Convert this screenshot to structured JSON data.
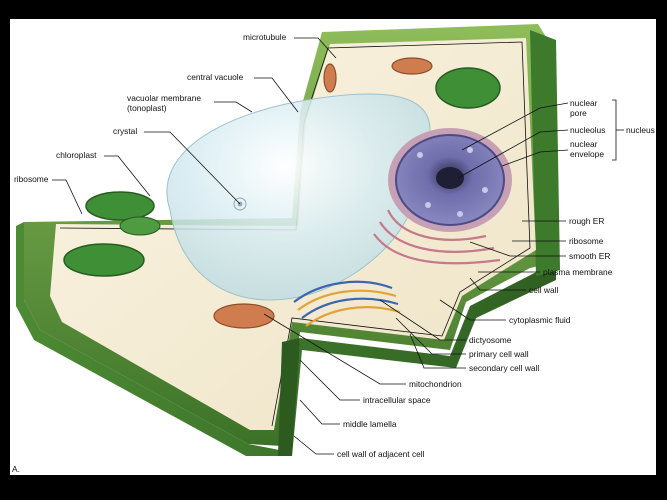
{
  "figure_letter": "A.",
  "labels": {
    "microtubule": "microtubule",
    "central_vacuole": "central vacuole",
    "vacuolar_membrane_1": "vacuolar membrane",
    "vacuolar_membrane_2": "(tonoplast)",
    "crystal": "crystal",
    "chloroplast": "chloroplast",
    "ribosome_left": "ribosome",
    "nuclear_pore_1": "nuclear",
    "nuclear_pore_2": "pore",
    "nucleolus": "nucleolus",
    "nuclear_envelope_1": "nuclear",
    "nuclear_envelope_2": "envelope",
    "nucleus": "nucleus",
    "rough_er": "rough ER",
    "ribosome_right": "ribosome",
    "smooth_er": "smooth ER",
    "plasma_membrane": "plasma membrane",
    "cell_wall": "cell wall",
    "cytoplasmic_fluid": "cytoplasmic fluid",
    "dictyosome": "dictyosome",
    "primary_cell_wall": "primary cell wall",
    "secondary_cell_wall": "secondary cell wall",
    "mitochondrion": "mitochondrion",
    "intracellular_space": "intracellular space",
    "middle_lamella": "middle lamella",
    "cell_wall_adjacent": "cell wall of adjacent cell"
  },
  "colors": {
    "wall_outer": "#3f7a2c",
    "wall_light": "#7fb24f",
    "cytoplasm": "#f3ecd6",
    "vacuole": "#cfe6ef",
    "nucleus": "#6e6aa6",
    "chloroplast": "#3c8a35",
    "mitochondrion": "#c8734a",
    "golgi": "#4a72b8"
  }
}
